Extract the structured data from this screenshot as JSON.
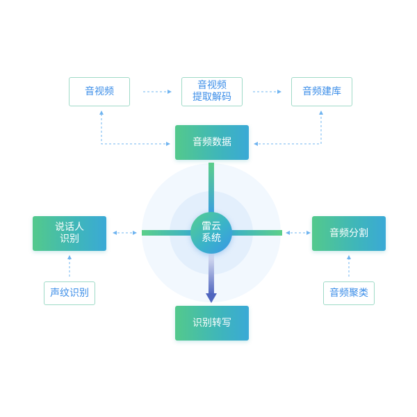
{
  "top": {
    "av": "音视频",
    "extract": "音视频\n提取解码",
    "library": "音频建库"
  },
  "audio_data": "音频数据",
  "center": "雷云\n系统",
  "left": {
    "speaker": "说话人\n识别",
    "voiceprint": "声纹识别"
  },
  "right": {
    "segment": "音频分割",
    "cluster": "音频聚类"
  },
  "bottom": {
    "transcribe": "识别转写"
  },
  "colors": {
    "outline_border": "#9fdac7",
    "outline_text": "#3c8ee8",
    "green": "#53c98c",
    "blue": "#3a96e6",
    "arrow": "#5b73c8",
    "dashed": "#6fb4f0"
  }
}
